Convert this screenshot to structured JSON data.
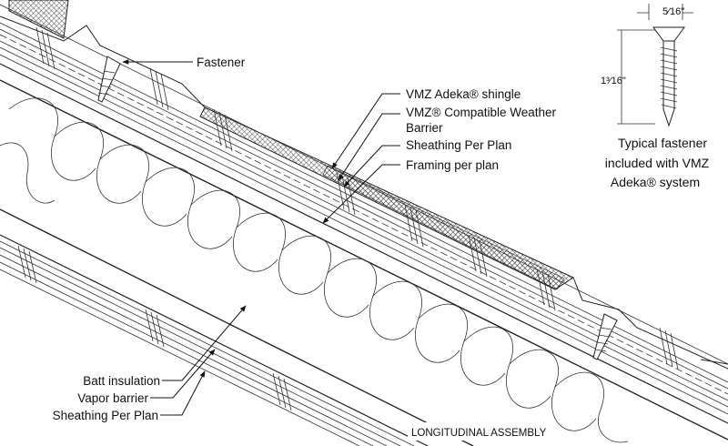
{
  "labels": {
    "fastener": "Fastener",
    "shingle": "VMZ Adeka® shingle",
    "barrier_line1": "VMZ® Compatible Weather",
    "barrier_line2": "Barrier",
    "sheathing_top": "Sheathing Per Plan",
    "framing": "Framing per plan",
    "batt": "Batt insulation",
    "vapor": "Vapor barrier",
    "sheathing_bottom": "Sheathing Per Plan",
    "assembly_title": "LONGITUDINAL ASSEMBLY"
  },
  "fastener_detail": {
    "head_dim": "5⁄16\"",
    "length_dim": "1³⁄16\"",
    "caption_line1": "Typical fastener",
    "caption_line2": "included with VMZ",
    "caption_line3": "Adeka® system"
  },
  "colors": {
    "line": "#222222",
    "hatch": "#555555",
    "background": "#ffffff"
  }
}
